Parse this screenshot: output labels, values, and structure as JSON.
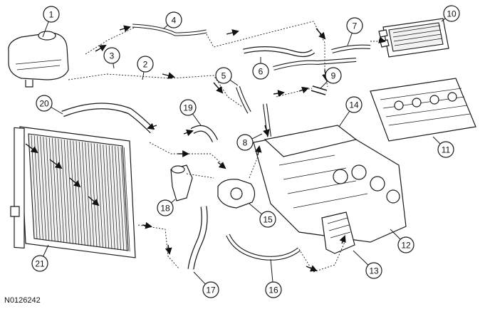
{
  "figure_code": "N0126242",
  "callouts": [
    {
      "id": "1",
      "label": "1"
    },
    {
      "id": "2",
      "label": "2"
    },
    {
      "id": "3",
      "label": "3"
    },
    {
      "id": "4",
      "label": "4"
    },
    {
      "id": "5",
      "label": "5"
    },
    {
      "id": "6",
      "label": "6"
    },
    {
      "id": "7",
      "label": "7"
    },
    {
      "id": "8",
      "label": "8"
    },
    {
      "id": "9",
      "label": "9"
    },
    {
      "id": "10",
      "label": "10"
    },
    {
      "id": "11",
      "label": "11"
    },
    {
      "id": "12",
      "label": "12"
    },
    {
      "id": "13",
      "label": "13"
    },
    {
      "id": "14",
      "label": "14"
    },
    {
      "id": "15",
      "label": "15"
    },
    {
      "id": "16",
      "label": "16"
    },
    {
      "id": "17",
      "label": "17"
    },
    {
      "id": "18",
      "label": "18"
    },
    {
      "id": "19",
      "label": "19"
    },
    {
      "id": "20",
      "label": "20"
    },
    {
      "id": "21",
      "label": "21"
    }
  ]
}
